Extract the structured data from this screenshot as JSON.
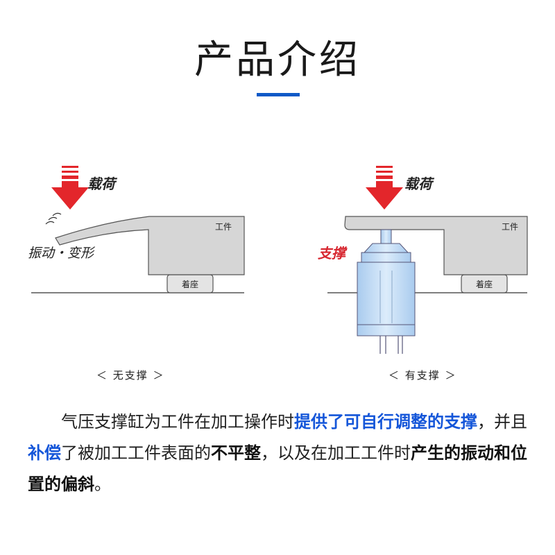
{
  "title": "产品介绍",
  "colors": {
    "accent_blue": "#0d59c7",
    "arrow_red": "#e3262b",
    "cylinder_blue": "#cfe3f6",
    "support_red": "#d7262f",
    "highlight_blue": "#1456d9"
  },
  "left_panel": {
    "load_label": "载荷",
    "workpiece_label": "工件",
    "base_label": "着座",
    "effect_label": "振动・变形",
    "caption": "＜ 无支撑 ＞"
  },
  "right_panel": {
    "load_label": "载荷",
    "workpiece_label": "工件",
    "base_label": "着座",
    "support_label": "支撑",
    "caption": "＜ 有支撑 ＞"
  },
  "description": {
    "p1": "气压支撑缸为工件在加工操作时",
    "h1": "提供了可自行调整的支撑",
    "p2": "，并且",
    "h2": "补偿",
    "p3": "了被加工工件表面的",
    "h3": "不平整",
    "p4": "，以及在加工工件时",
    "h4": "产生的振动和位置的偏斜",
    "p5": "。"
  }
}
